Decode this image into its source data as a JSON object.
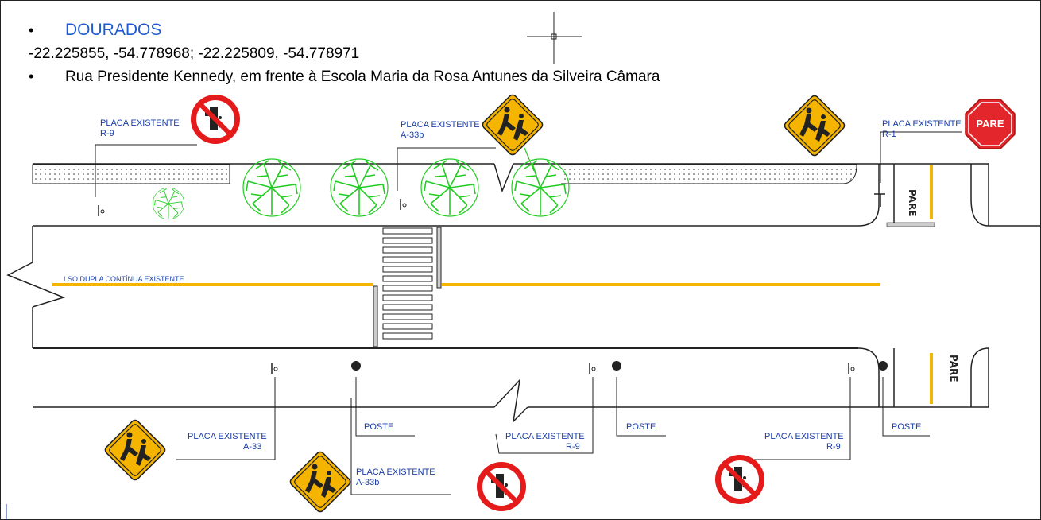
{
  "header": {
    "bullet": "•",
    "city": "DOURADOS",
    "coordinates": "-22.225855, -54.778968; -22.225809, -54.778971",
    "address": "Rua Presidente Kennedy, em frente à Escola Maria da Rosa Antunes da Silveira Câmara"
  },
  "labels": {
    "placa_existente": "PLACA EXISTENTE",
    "poste": "POSTE",
    "lso": "LSO DUPLA CONTÍNUA EXISTENTE",
    "pare": "PARE",
    "stop_sign_text": "PARE"
  },
  "sign_codes": {
    "top_left": "R-9",
    "top_middle": "A-33b",
    "top_right": "R-1",
    "bottom_1": "A-33",
    "bottom_2": "A-33b",
    "bottom_3": "R-9",
    "bottom_4": "R-9"
  },
  "colors": {
    "road_line": "#222222",
    "lane_marking": "#f5b400",
    "label_text": "#1b3ea8",
    "tree": "#22cc22",
    "warning_sign": "#f5b400",
    "prohibition_ring": "#e51a1a",
    "stop_sign": "#e3262b"
  }
}
